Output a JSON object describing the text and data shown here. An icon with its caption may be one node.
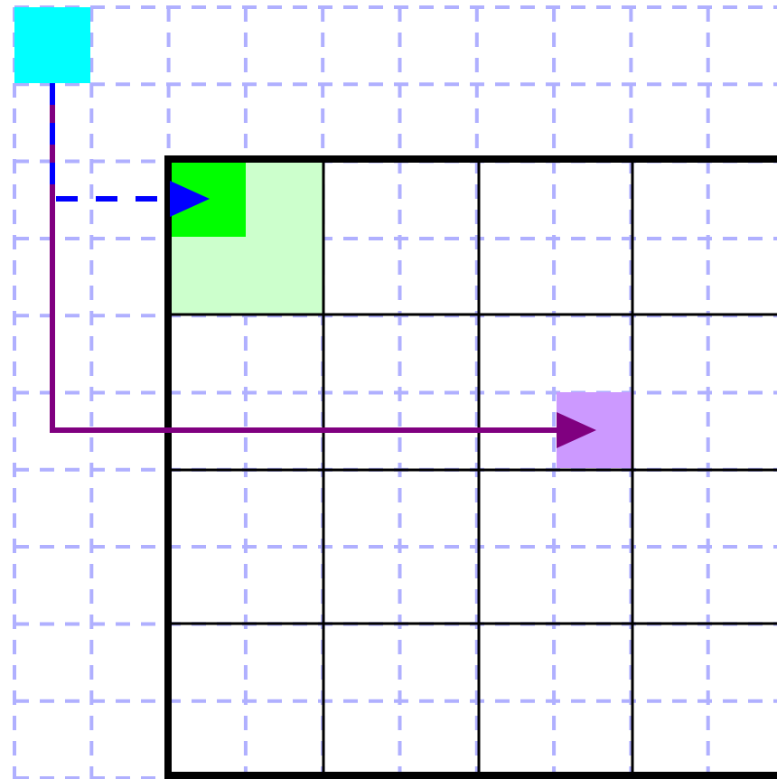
{
  "diagram": {
    "nodes": [
      {
        "text": [],
        "shape": "box"
      },
      {
        "text": [],
        "shape": "box"
      },
      {
        "text": [],
        "shape": "box",
        "in": 1
      },
      {
        "text": [],
        "shape": "box"
      }
    ],
    "edges": [
      {
        "from": 0,
        "to": 2,
        "arrow": "to",
        "style": "dashed",
        "color": "#0000ff"
      },
      {
        "from": 0,
        "to": 3,
        "arrow": "to",
        "color": "#800080"
      }
    ]
  }
}
